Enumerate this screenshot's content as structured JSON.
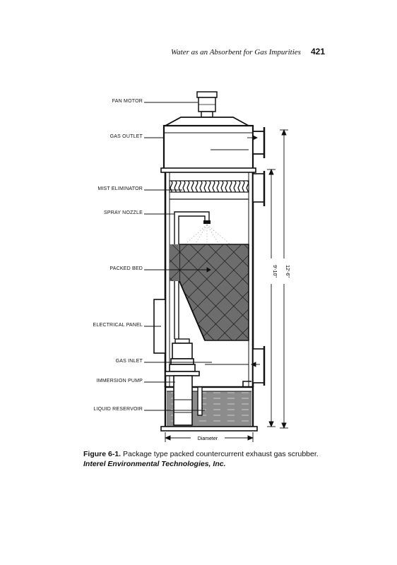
{
  "header": {
    "running_title": "Water as an Absorbent for Gas Impurities",
    "page_number": "421"
  },
  "labels": {
    "fan_motor": "FAN MOTOR",
    "gas_outlet": "GAS OUTLET",
    "mist_eliminator": "MIST ELIMINATOR",
    "spray_nozzle": "SPRAY NOZZLE",
    "packed_bed": "PACKED BED",
    "electrical_panel": "ELECTRICAL PANEL",
    "gas_inlet": "GAS INLET",
    "immersion_pump": "IMMERSION PUMP",
    "liquid_reservoir": "LIQUID RESERVOIR"
  },
  "dimensions": {
    "inner_height": "9'-10\"",
    "overall_height": "12'-6\"",
    "diameter": "Diameter"
  },
  "caption": {
    "figure_label": "Figure 6-1.",
    "text": "Package type packed countercurrent exhaust gas scrubber.",
    "credit": "Interel Environmental Technologies, Inc."
  }
}
